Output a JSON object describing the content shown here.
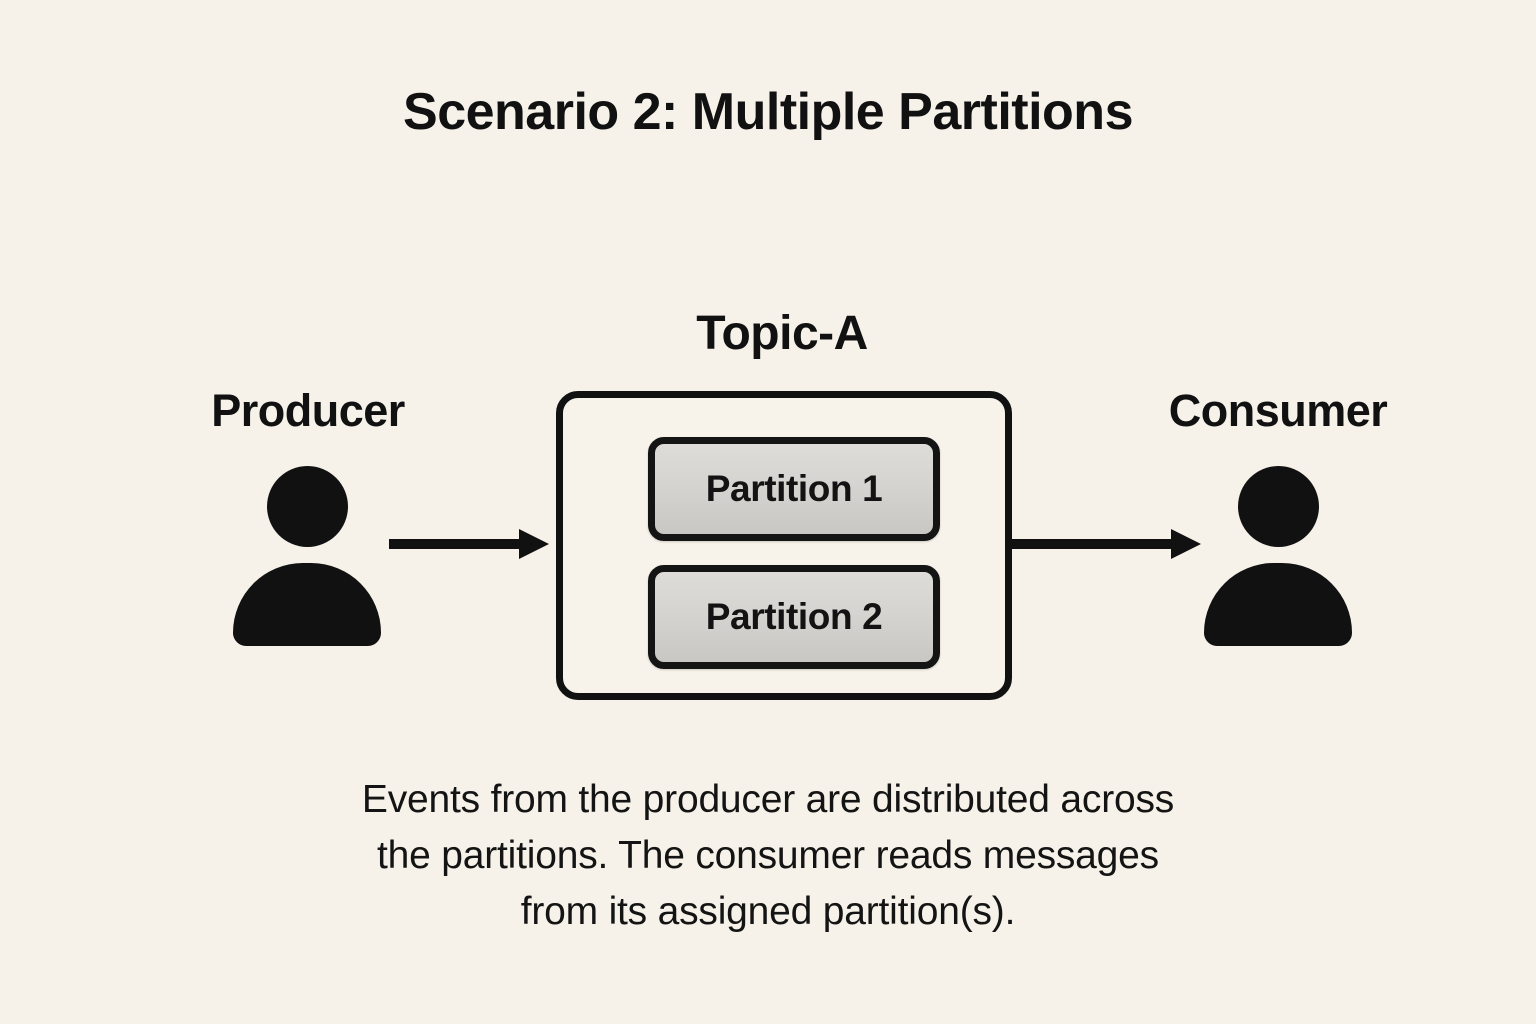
{
  "background_color": "#f6f2e9",
  "ink_color": "#111111",
  "title": "Scenario 2: Multiple Partitions",
  "producer": {
    "label": "Producer",
    "icon": "person-icon"
  },
  "consumer": {
    "label": "Consumer",
    "icon": "person-icon"
  },
  "topic": {
    "label": "Topic-A",
    "border_color": "#111111",
    "partitions": [
      {
        "label": "Partition 1"
      },
      {
        "label": "Partition 2"
      }
    ]
  },
  "arrows": [
    {
      "name": "producer-to-topic",
      "direction": "right"
    },
    {
      "name": "topic-to-consumer",
      "direction": "right"
    }
  ],
  "caption": {
    "full_text": "Events from the producer are distributed across the partitions. The consumer reads messages from its assigned partition(s).",
    "lines": [
      "Events from the producer are distributed across",
      "the partitions. The consumer reads messages",
      "from its assigned partition(s)."
    ]
  }
}
